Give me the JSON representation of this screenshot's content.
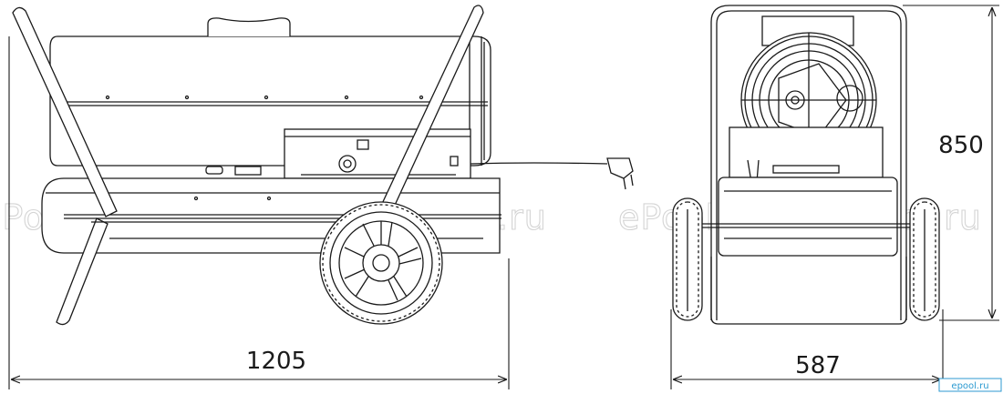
{
  "dimensions": {
    "length": "1205",
    "width": "587",
    "height": "850"
  },
  "watermark": "ePool.ru",
  "logo": {
    "text": "epool.ru",
    "color": "#2c9ad1"
  },
  "colors": {
    "line": "#1a1a1a",
    "watermark": "#d4d4d4"
  }
}
